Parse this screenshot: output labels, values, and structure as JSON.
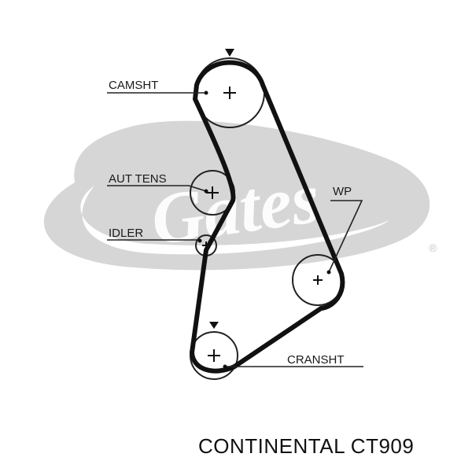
{
  "watermark": {
    "name": "gates-logo",
    "text": "Gates",
    "registered_mark": "®",
    "color": "#d6d6d6"
  },
  "labels": {
    "camshaft": "CAMSHT",
    "tensioner": "AUT TENS",
    "idler": "IDLER",
    "water_pump": "WP",
    "crankshaft": "CRANSHT"
  },
  "caption": "CONTINENTAL CT909",
  "colors": {
    "belt": "#111111",
    "pulley": "#222222",
    "text": "#1a1a1a",
    "watermark": "#d6d6d6"
  }
}
